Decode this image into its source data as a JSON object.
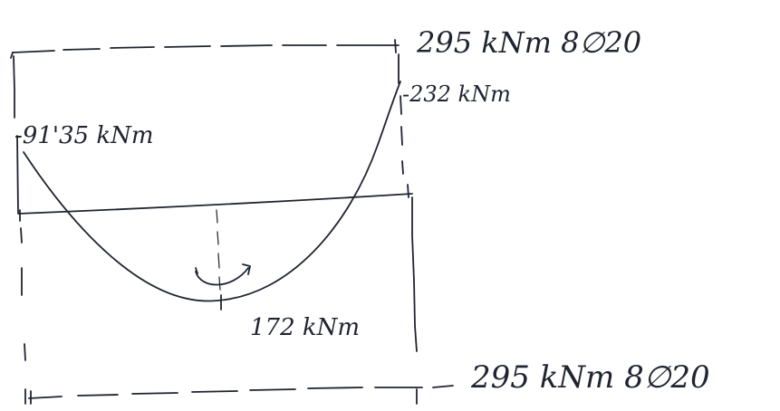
{
  "sketch": {
    "top_label": "295 kNm 8∅20",
    "right_support_label": "-232 kNm",
    "left_support_label": "-91'35 kNm",
    "midspan_label": "172 kNm",
    "bottom_label": "295 kNm 8∅20"
  },
  "colors": {
    "ink": "#1f2430",
    "paper": "#ffffff"
  }
}
